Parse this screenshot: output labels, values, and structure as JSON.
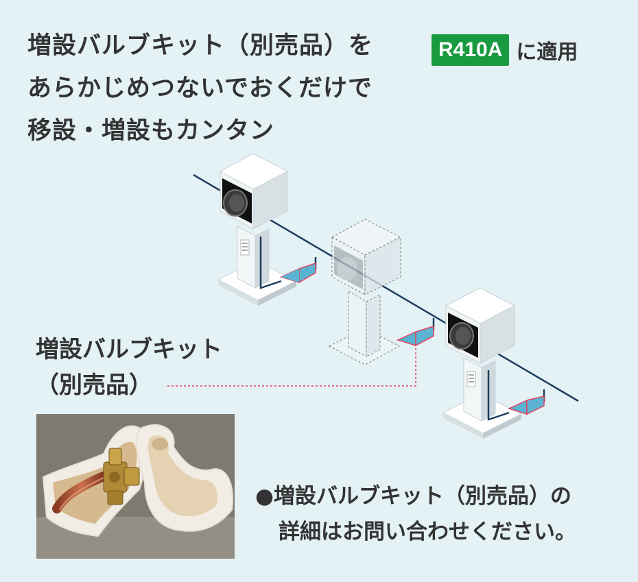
{
  "headline": {
    "line1": "増設バルブキット（別売品）を",
    "line2": "あらかじめつないでおくだけで",
    "line3": "移設・増設もカンタン"
  },
  "refrigerant": {
    "badge": "R410A",
    "suffix": "に適用"
  },
  "kit_label": {
    "line1": "増設バルブキット",
    "line2": "（別売品）"
  },
  "note": {
    "line1": "●増設バルブキット（別売品）の",
    "line2": "詳細はお問い合わせください。"
  },
  "colors": {
    "background": "#e4f1f5",
    "badge": "#1a9a40",
    "pipe": "#1f3c5e",
    "valve": "#5bb3d4",
    "valve_outline": "#e0445a",
    "leader": "#e0445a"
  },
  "icons": [
    "outdoor-unit-icon",
    "valve-icon",
    "valve-kit-photo"
  ]
}
